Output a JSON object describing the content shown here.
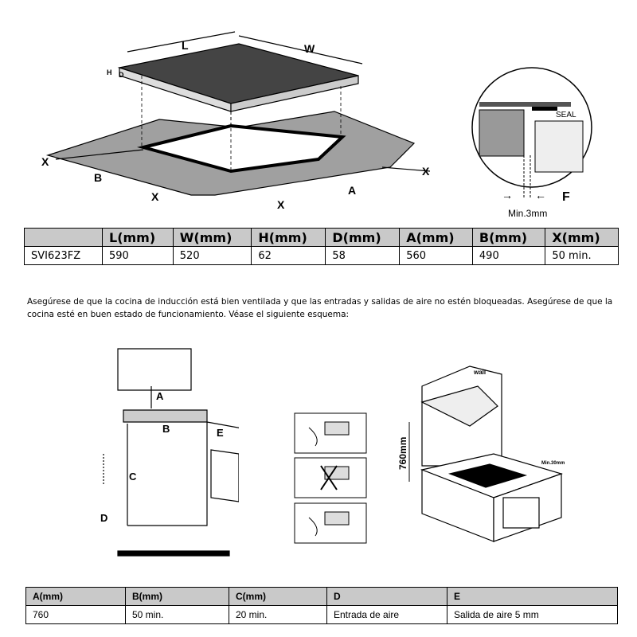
{
  "top_diagram": {
    "labels": {
      "L": "L",
      "W": "W",
      "H": "H",
      "D": "D",
      "X": "X",
      "B": "B",
      "A": "A"
    }
  },
  "seal_diagram": {
    "seal": "SEAL",
    "f": "F",
    "min": "Min.3mm"
  },
  "dimensions_table": {
    "headers": [
      "",
      "L(mm)",
      "W(mm)",
      "H(mm)",
      "D(mm)",
      "A(mm)",
      "B(mm)",
      "X(mm)"
    ],
    "rows": [
      [
        "SVI623FZ",
        "590",
        "520",
        "62",
        "58",
        "560",
        "490",
        "50 min."
      ]
    ]
  },
  "paragraph": "Asegúrese de que la cocina de inducción está bien ventilada y que las entradas y salidas de aire no estén bloqueadas. Asegúrese de que la cocina esté en buen estado de funcionamiento. Véase el siguiente esquema:",
  "ventilation_diagram": {
    "labels": {
      "A": "A",
      "B": "B",
      "C": "C",
      "D": "D",
      "E": "E"
    }
  },
  "wall_diagram": {
    "wall": "wall",
    "height": "760mm",
    "min": "Min.30mm"
  },
  "clearance_table": {
    "headers": [
      "A(mm)",
      "B(mm)",
      "C(mm)",
      "D",
      "E"
    ],
    "rows": [
      [
        "760",
        "50 min.",
        "20 min.",
        "Entrada de aire",
        "Salida de aire 5 mm"
      ]
    ]
  }
}
